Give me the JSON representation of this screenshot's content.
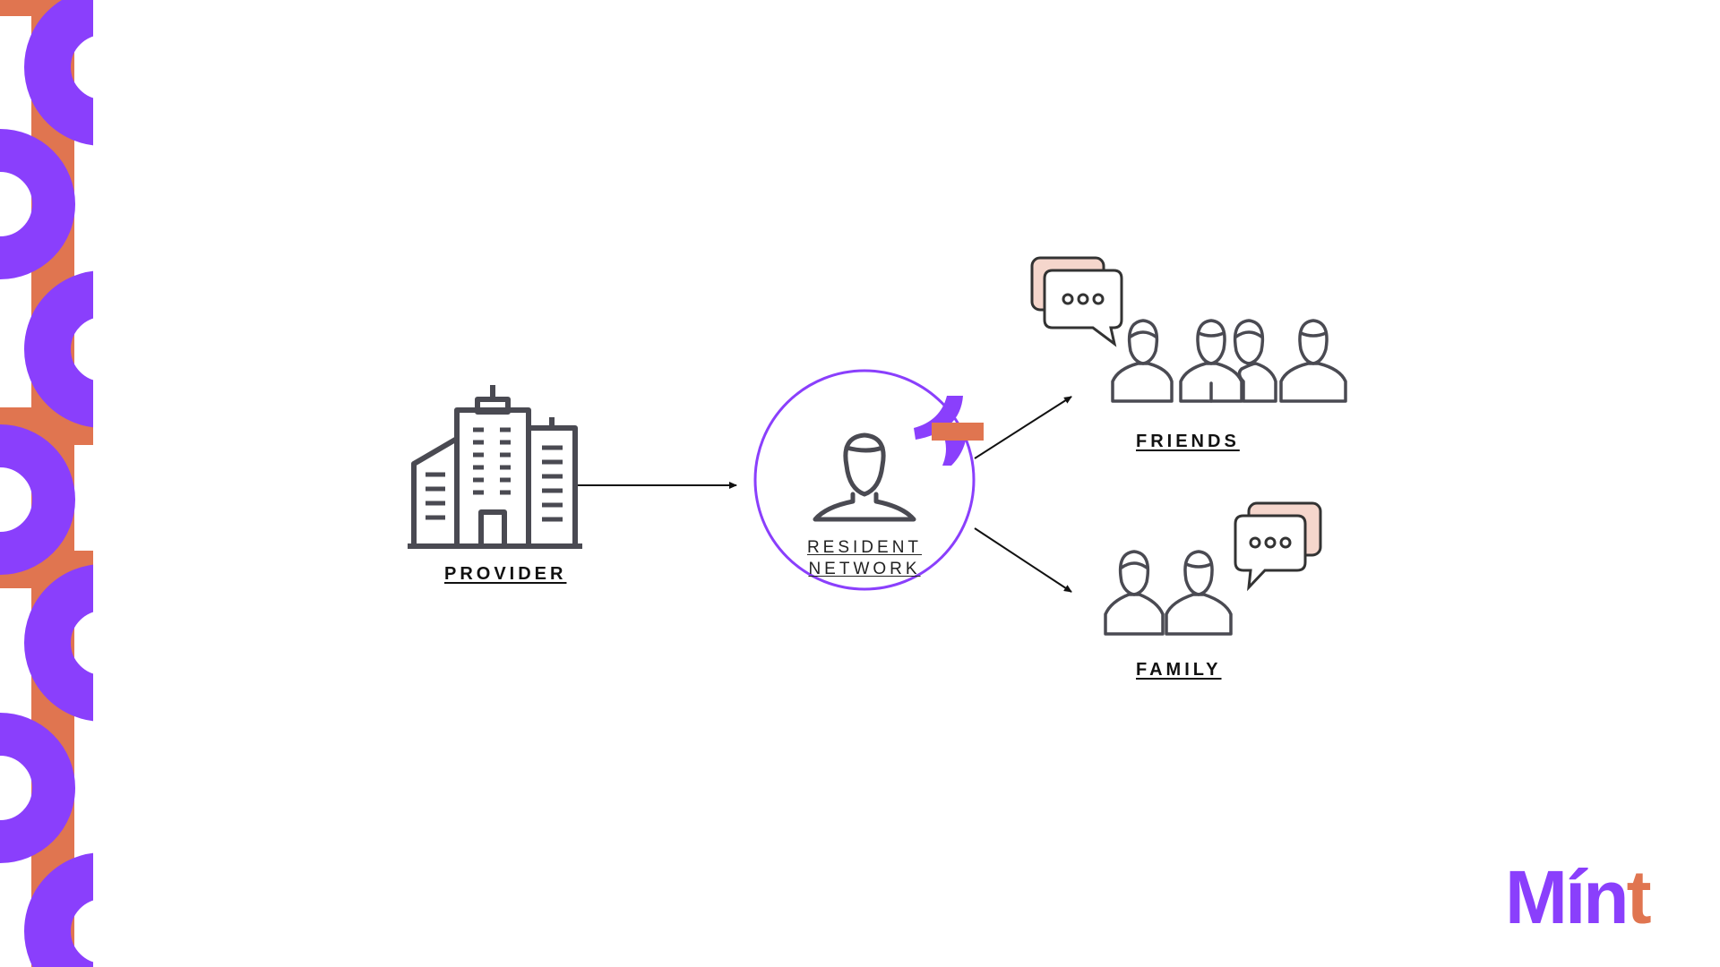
{
  "nodes": {
    "provider": {
      "label": "PROVIDER"
    },
    "resident_network": {
      "line1": "RESIDENT",
      "line2": "NETWORK"
    },
    "friends": {
      "label": "FRIENDS"
    },
    "family": {
      "label": "FAMILY"
    }
  },
  "logo": {
    "part1": "Mín",
    "part2": "t"
  },
  "colors": {
    "purple": "#8a3ffc",
    "orange": "#e07550",
    "icon_gray": "#4a4a52",
    "bubble_pink": "#f5d6cc"
  }
}
